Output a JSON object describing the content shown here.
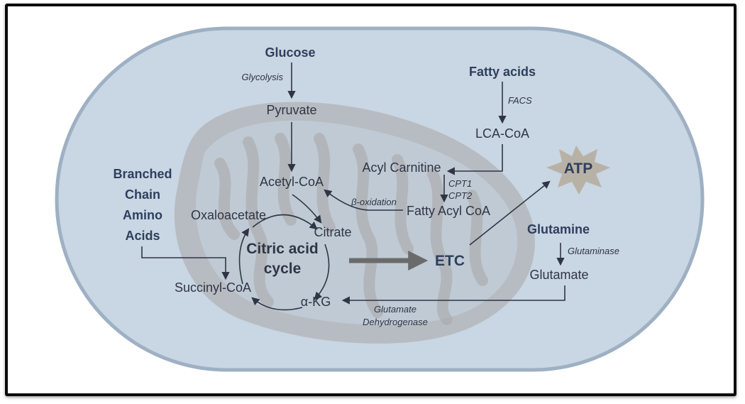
{
  "colors": {
    "frame": "#0b0b0b",
    "cell_fill": "#c9d6e3",
    "cell_border": "#9eb0c3",
    "mito_fill": "#a7a7a8",
    "atp_fill": "#b8b2a6",
    "text": "#2f3544",
    "heading": "#2e3f5e"
  },
  "nodes": {
    "glucose": "Glucose",
    "pyruvate": "Pyruvate",
    "acetyl_coa": "Acetyl-CoA",
    "oxaloacetate": "Oxaloacetate",
    "citrate": "Citrate",
    "succinyl_coa": "Succinyl-CoA",
    "akg": "α-KG",
    "fatty_acids": "Fatty acids",
    "lca_coa": "LCA-CoA",
    "acyl_carnitine": "Acyl Carnitine",
    "fatty_acyl_coa": "Fatty Acyl CoA",
    "atp": "ATP",
    "etc": "ETC",
    "glutamine": "Glutamine",
    "glutamate": "Glutamate",
    "bcaa": [
      "Branched",
      "Chain",
      "Amino",
      "Acids"
    ],
    "cycle": [
      "Citric acid",
      "cycle"
    ]
  },
  "enzymes": {
    "glycolysis": "Glycolysis",
    "facs": "FACS",
    "cpt1": "CPT1",
    "cpt2": "CPT2",
    "beta_ox": "β-oxidation",
    "glutaminase": "Glutaminase",
    "gdh": [
      "Glutamate",
      "Dehydrogenase"
    ]
  }
}
